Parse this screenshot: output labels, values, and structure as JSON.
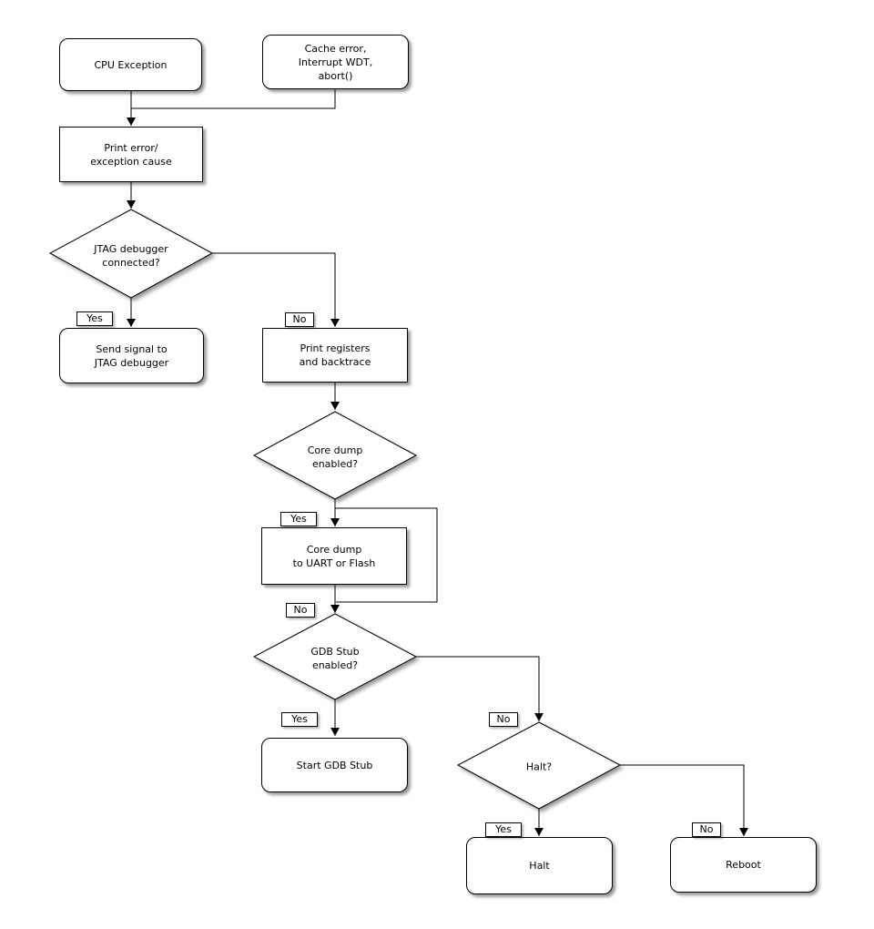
{
  "nodes": {
    "cpu_exception": {
      "type": "terminator",
      "lines": [
        "CPU Exception"
      ]
    },
    "cache_error": {
      "type": "terminator",
      "lines": [
        "Cache error,",
        "Interrupt WDT,",
        "abort()"
      ]
    },
    "print_error": {
      "type": "process",
      "lines": [
        "Print error/",
        "exception cause"
      ]
    },
    "jtag_connected": {
      "type": "decision",
      "lines": [
        "JTAG debugger",
        "connected?"
      ]
    },
    "send_signal": {
      "type": "terminator",
      "lines": [
        "Send signal to",
        "JTAG debugger"
      ]
    },
    "print_registers": {
      "type": "process",
      "lines": [
        "Print registers",
        "and backtrace"
      ]
    },
    "core_dump_enabled": {
      "type": "decision",
      "lines": [
        "Core dump",
        "enabled?"
      ]
    },
    "core_dump_uart": {
      "type": "process",
      "lines": [
        "Core dump",
        "to UART or Flash"
      ]
    },
    "gdb_stub_enabled": {
      "type": "decision",
      "lines": [
        "GDB Stub",
        "enabled?"
      ]
    },
    "start_gdb_stub": {
      "type": "terminator",
      "lines": [
        "Start GDB Stub"
      ]
    },
    "halt_question": {
      "type": "decision",
      "lines": [
        "Halt?"
      ]
    },
    "halt": {
      "type": "terminator",
      "lines": [
        "Halt"
      ]
    },
    "reboot": {
      "type": "terminator",
      "lines": [
        "Reboot"
      ]
    }
  },
  "edge_labels": {
    "jtag_yes": "Yes",
    "jtag_no": "No",
    "core_dump_yes": "Yes",
    "core_dump_no": "No",
    "gdb_stub_yes": "Yes",
    "gdb_stub_no": "No",
    "halt_yes": "Yes",
    "halt_no": "No"
  },
  "colors": {
    "background": "#ffffff",
    "node_fill": "#ffffff",
    "stroke": "#000000",
    "text": "#000000",
    "shadow": "#a9a9a9"
  }
}
